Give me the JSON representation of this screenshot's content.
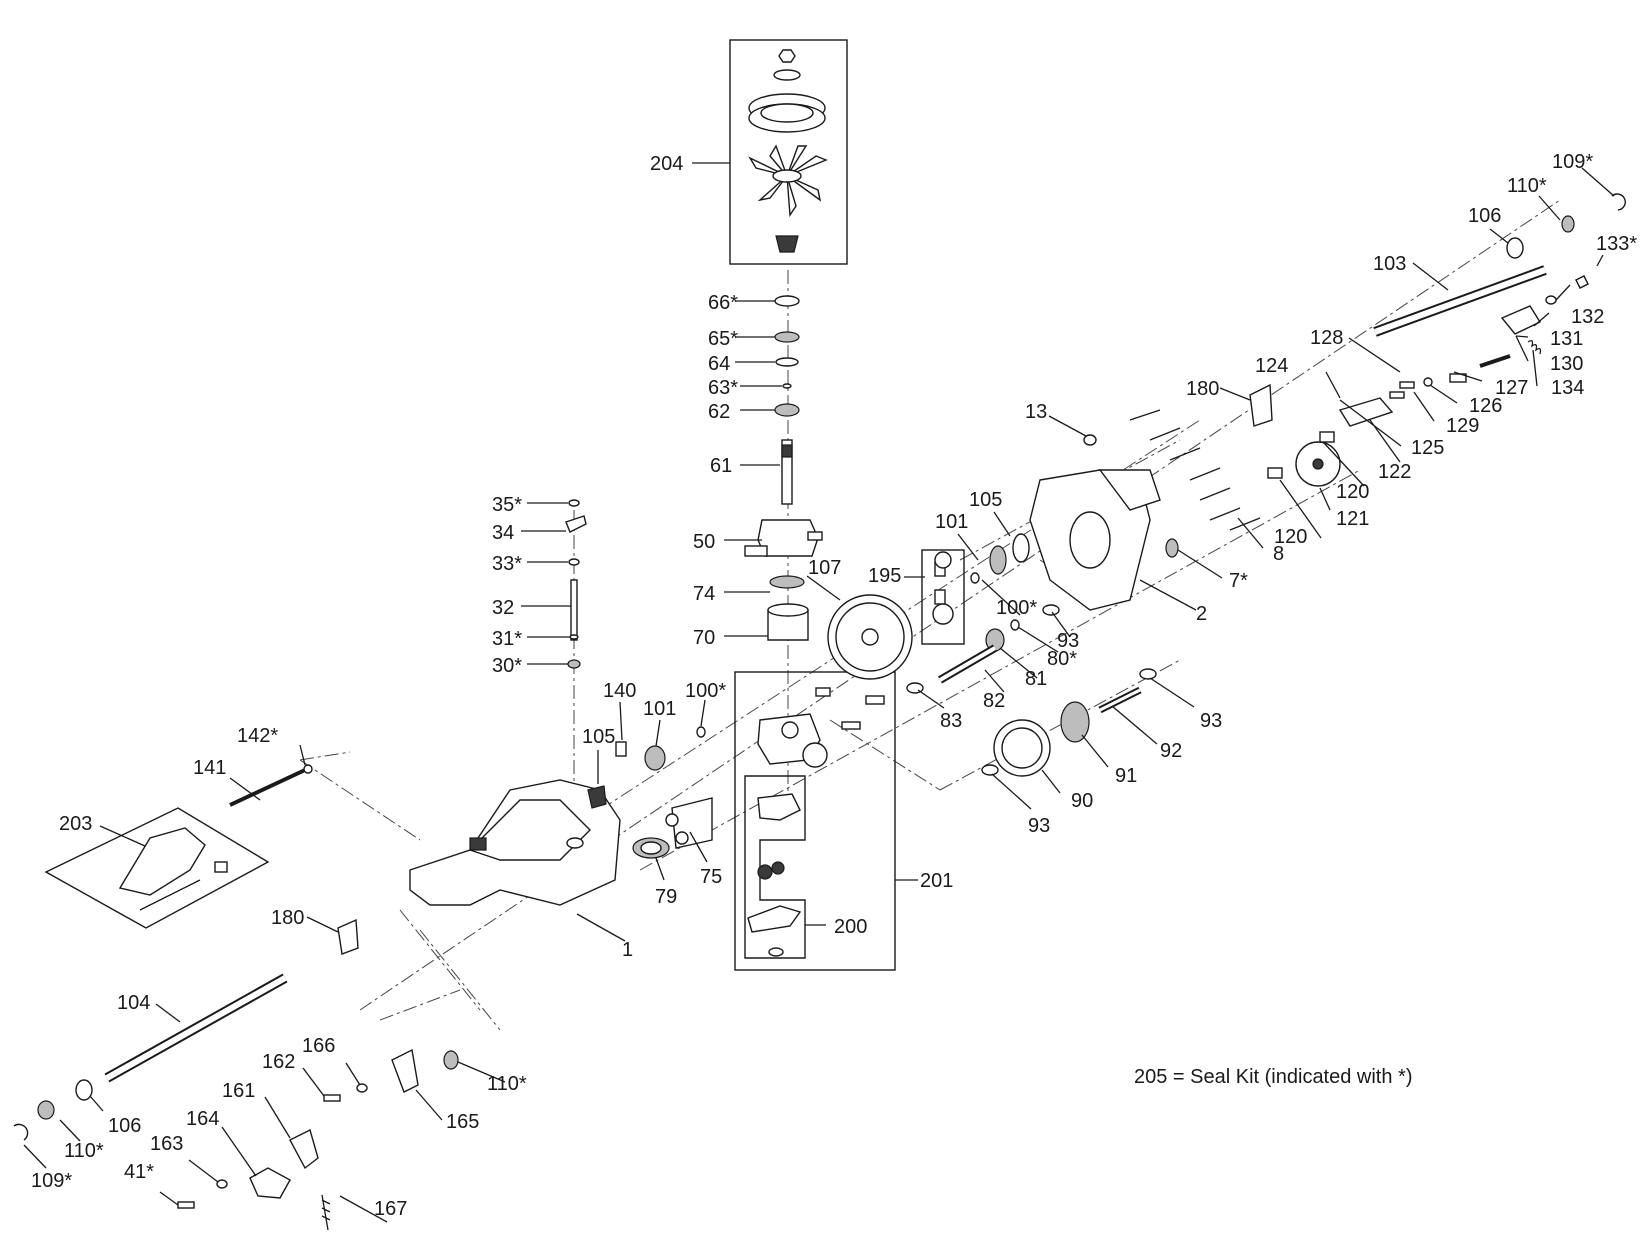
{
  "labels": {
    "l204": "204",
    "l66": "66*",
    "l65": "65*",
    "l64": "64",
    "l63": "63*",
    "l62": "62",
    "l61": "61",
    "l50": "50",
    "l74": "74",
    "l70": "70",
    "l35": "35*",
    "l34": "34",
    "l33": "33*",
    "l32": "32",
    "l31": "31*",
    "l30": "30*",
    "l140": "140",
    "l101a": "101",
    "l100a": "100*",
    "l105a": "105",
    "l142": "142*",
    "l141": "141",
    "l203": "203",
    "l75": "75",
    "l79": "79",
    "l1": "1",
    "l201": "201",
    "l200": "200",
    "l180a": "180",
    "l104": "104",
    "l106a": "106",
    "l110a": "110*",
    "l109a": "109*",
    "l41": "41*",
    "l163": "163",
    "l164": "164",
    "l161": "161",
    "l162": "162",
    "l166": "166",
    "l165": "165",
    "l167": "167",
    "l110b": "110*",
    "l107": "107",
    "l195": "195",
    "l101b": "101",
    "l105b": "105",
    "l100b": "100*",
    "l93a": "93",
    "l80": "80*",
    "l81": "81",
    "l82": "82",
    "l83": "83",
    "l93b": "93",
    "l92": "92",
    "l91": "91",
    "l90": "90",
    "l93c": "93",
    "l13": "13",
    "l2": "2",
    "l7": "7*",
    "l8": "8",
    "l120a": "120",
    "l121": "121",
    "l120b": "120",
    "l122": "122",
    "l125": "125",
    "l124": "124",
    "l128": "128",
    "l129": "129",
    "l126": "126",
    "l127": "127",
    "l180b": "180",
    "l103": "103",
    "l106b": "106",
    "l110c": "110*",
    "l109b": "109*",
    "l133": "133*",
    "l132": "132",
    "l131": "131",
    "l130": "130",
    "l134": "134"
  },
  "note": "205  = Seal Kit (indicated with *)"
}
